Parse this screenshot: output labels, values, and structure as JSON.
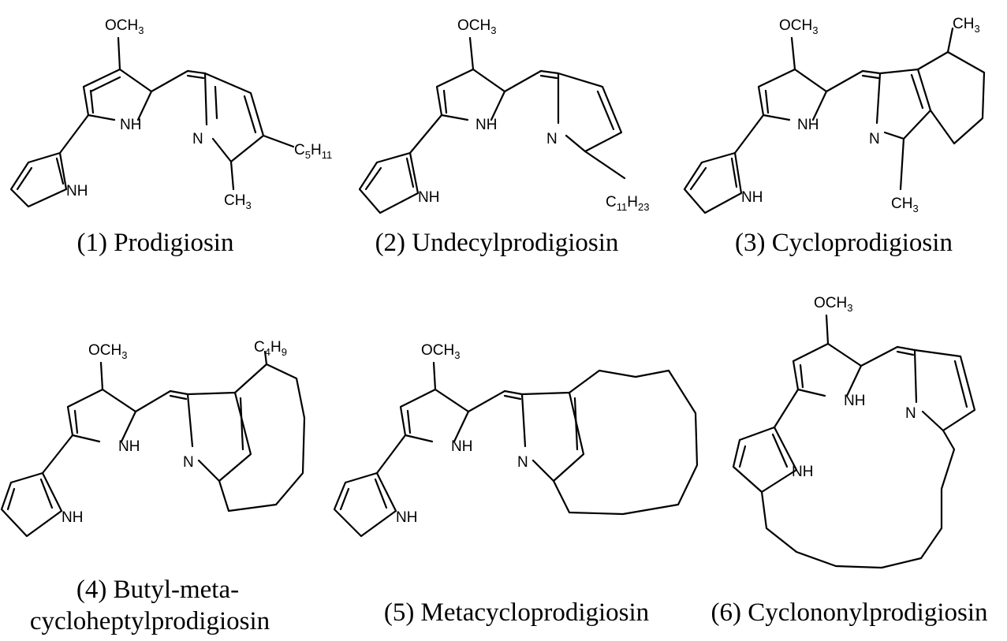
{
  "compounds": [
    {
      "caption": "(1) Prodigiosin",
      "substituents": {
        "methoxy": "OCH3",
        "alkyl": "C5H11",
        "methyl": "CH3"
      },
      "atoms": {
        "nh_center": "NH",
        "nh_pyrrole": "NH",
        "n_ring": "N"
      }
    },
    {
      "caption": "(2) Undecylprodigiosin",
      "substituents": {
        "methoxy": "OCH3",
        "alkyl": "C11H23"
      },
      "atoms": {
        "nh_center": "NH",
        "nh_pyrrole": "NH",
        "n_ring": "N"
      }
    },
    {
      "caption": "(3) Cycloprodigiosin",
      "substituents": {
        "methoxy": "OCH3",
        "methyl_top": "CH3",
        "methyl_bottom": "CH3"
      },
      "atoms": {
        "nh_center": "NH",
        "nh_pyrrole": "NH",
        "n_ring": "N"
      }
    },
    {
      "caption_line1": "(4) Butyl-meta-",
      "caption_line2": "cycloheptylprodigiosin",
      "substituents": {
        "methoxy": "OCH3",
        "alkyl": "C4H9"
      },
      "atoms": {
        "nh_center": "NH",
        "nh_pyrrole": "NH",
        "n_ring": "N"
      }
    },
    {
      "caption": "(5) Metacycloprodigiosin",
      "substituents": {
        "methoxy": "OCH3"
      },
      "atoms": {
        "nh_center": "NH",
        "nh_pyrrole": "NH",
        "n_ring": "N"
      }
    },
    {
      "caption": "(6) Cyclononylprodigiosin",
      "substituents": {
        "methoxy": "OCH3"
      },
      "atoms": {
        "nh_center": "NH",
        "nh_pyrrole": "NH",
        "n_ring": "N"
      }
    }
  ]
}
